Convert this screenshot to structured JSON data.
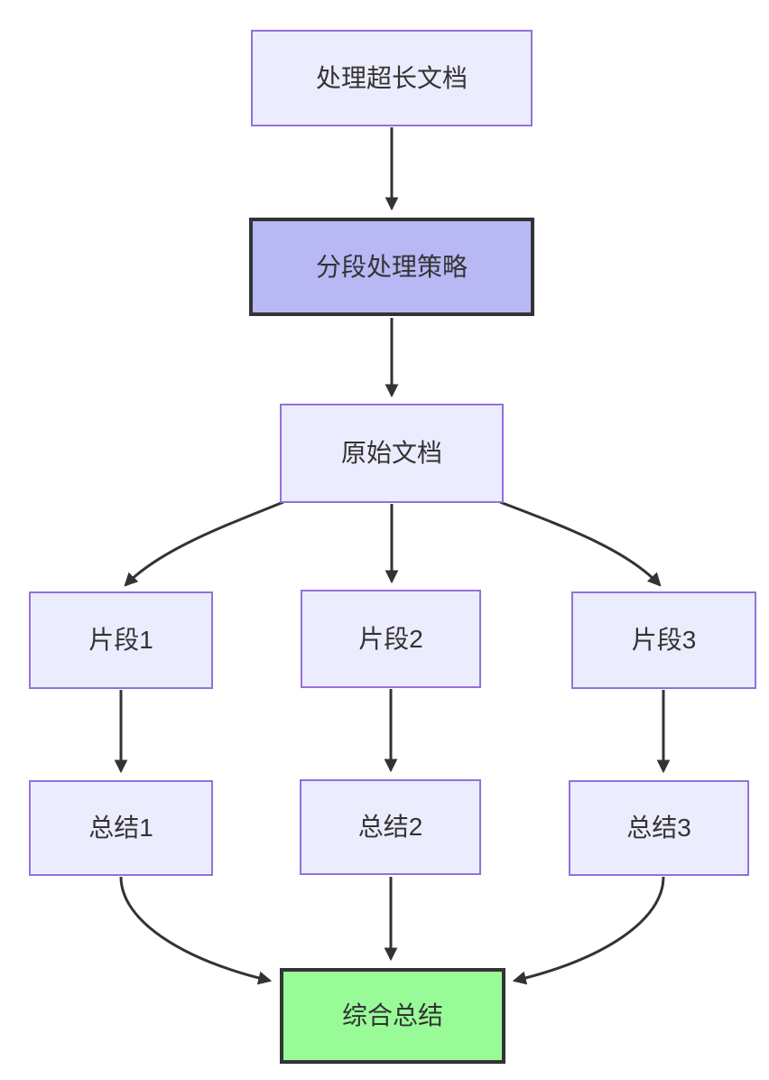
{
  "diagram": {
    "type": "flowchart",
    "direction": "top-down",
    "nodes": [
      {
        "id": "process_long_doc",
        "label": "处理超长文档",
        "style": "default"
      },
      {
        "id": "segment_strategy",
        "label": "分段处理策略",
        "style": "highlight-purple"
      },
      {
        "id": "original_doc",
        "label": "原始文档",
        "style": "default"
      },
      {
        "id": "segment_1",
        "label": "片段1",
        "style": "default"
      },
      {
        "id": "segment_2",
        "label": "片段2",
        "style": "default"
      },
      {
        "id": "segment_3",
        "label": "片段3",
        "style": "default"
      },
      {
        "id": "summary_1",
        "label": "总结1",
        "style": "default"
      },
      {
        "id": "summary_2",
        "label": "总结2",
        "style": "default"
      },
      {
        "id": "summary_3",
        "label": "总结3",
        "style": "default"
      },
      {
        "id": "final_summary",
        "label": "综合总结",
        "style": "highlight-green"
      }
    ],
    "edges": [
      {
        "from": "process_long_doc",
        "to": "segment_strategy"
      },
      {
        "from": "segment_strategy",
        "to": "original_doc"
      },
      {
        "from": "original_doc",
        "to": "segment_1"
      },
      {
        "from": "original_doc",
        "to": "segment_2"
      },
      {
        "from": "original_doc",
        "to": "segment_3"
      },
      {
        "from": "segment_1",
        "to": "summary_1"
      },
      {
        "from": "segment_2",
        "to": "summary_2"
      },
      {
        "from": "segment_3",
        "to": "summary_3"
      },
      {
        "from": "summary_1",
        "to": "final_summary"
      },
      {
        "from": "summary_2",
        "to": "final_summary"
      },
      {
        "from": "summary_3",
        "to": "final_summary"
      }
    ],
    "colors": {
      "node_fill": "#ECECFF",
      "node_border": "#9370DB",
      "highlight_purple_fill": "#B8B8F5",
      "highlight_green_fill": "#98FB98",
      "highlight_border": "#333333",
      "edge": "#333333",
      "text": "#333333",
      "background": "#FFFFFF"
    }
  }
}
